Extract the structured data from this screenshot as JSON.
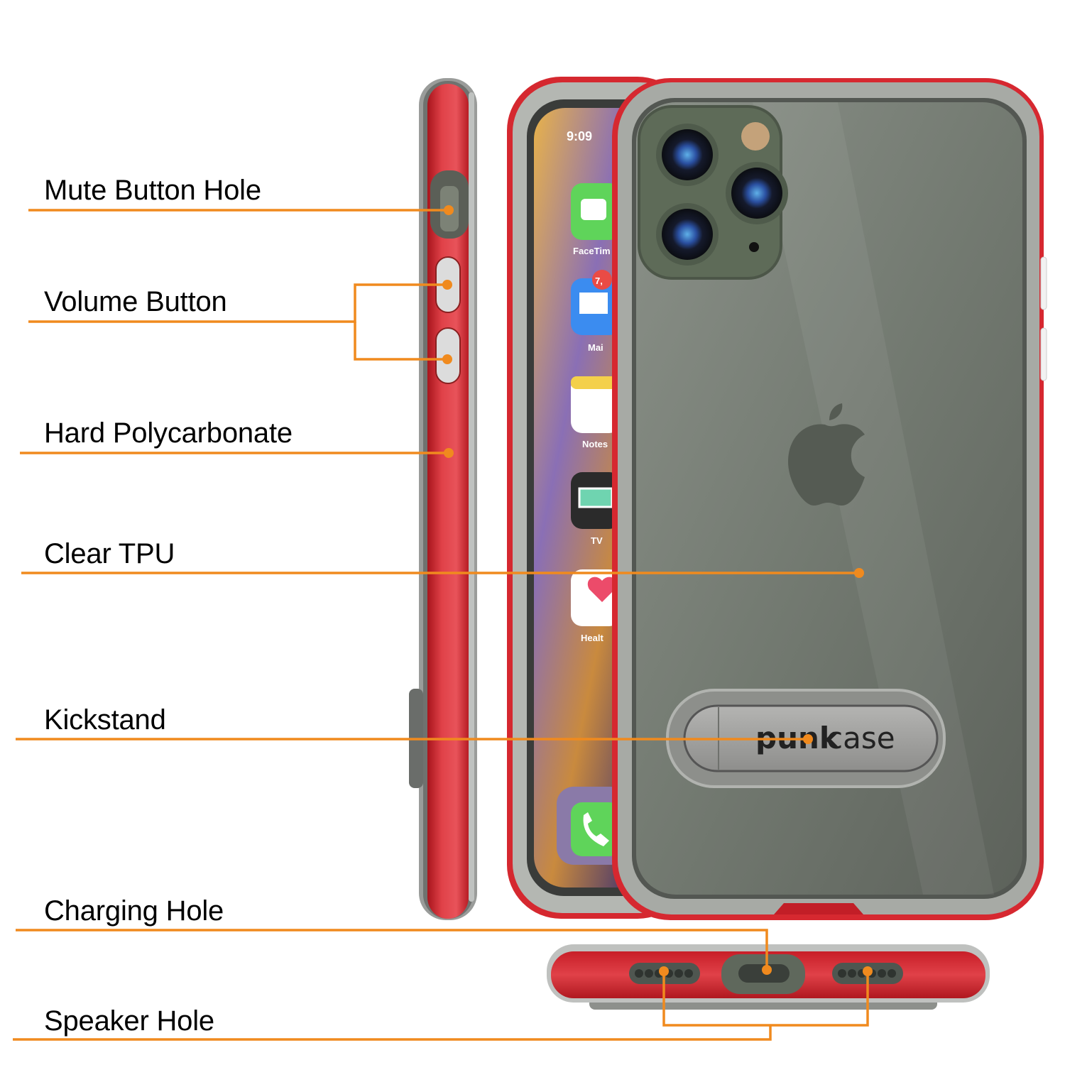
{
  "diagram": {
    "type": "product-feature-callout",
    "product": "iPhone 11 Pro kickstand case (red / clear)",
    "brand_logo": {
      "bold": "punk",
      "regular": "case"
    },
    "accent_color": "#F08A1E",
    "case_color": "#D9262F",
    "callouts": [
      {
        "id": "mute",
        "label": "Mute Button Hole"
      },
      {
        "id": "volume",
        "label": "Volume Button"
      },
      {
        "id": "polycarbonate",
        "label": "Hard Polycarbonate"
      },
      {
        "id": "tpu",
        "label": "Clear TPU"
      },
      {
        "id": "kickstand",
        "label": "Kickstand"
      },
      {
        "id": "charging",
        "label": "Charging Hole"
      },
      {
        "id": "speaker",
        "label": "Speaker Hole"
      }
    ],
    "screen": {
      "time": "9:09",
      "mail_badge": "7,",
      "apps": [
        "FaceTim",
        "Mai",
        "Notes",
        "TV",
        "Healt"
      ]
    }
  }
}
